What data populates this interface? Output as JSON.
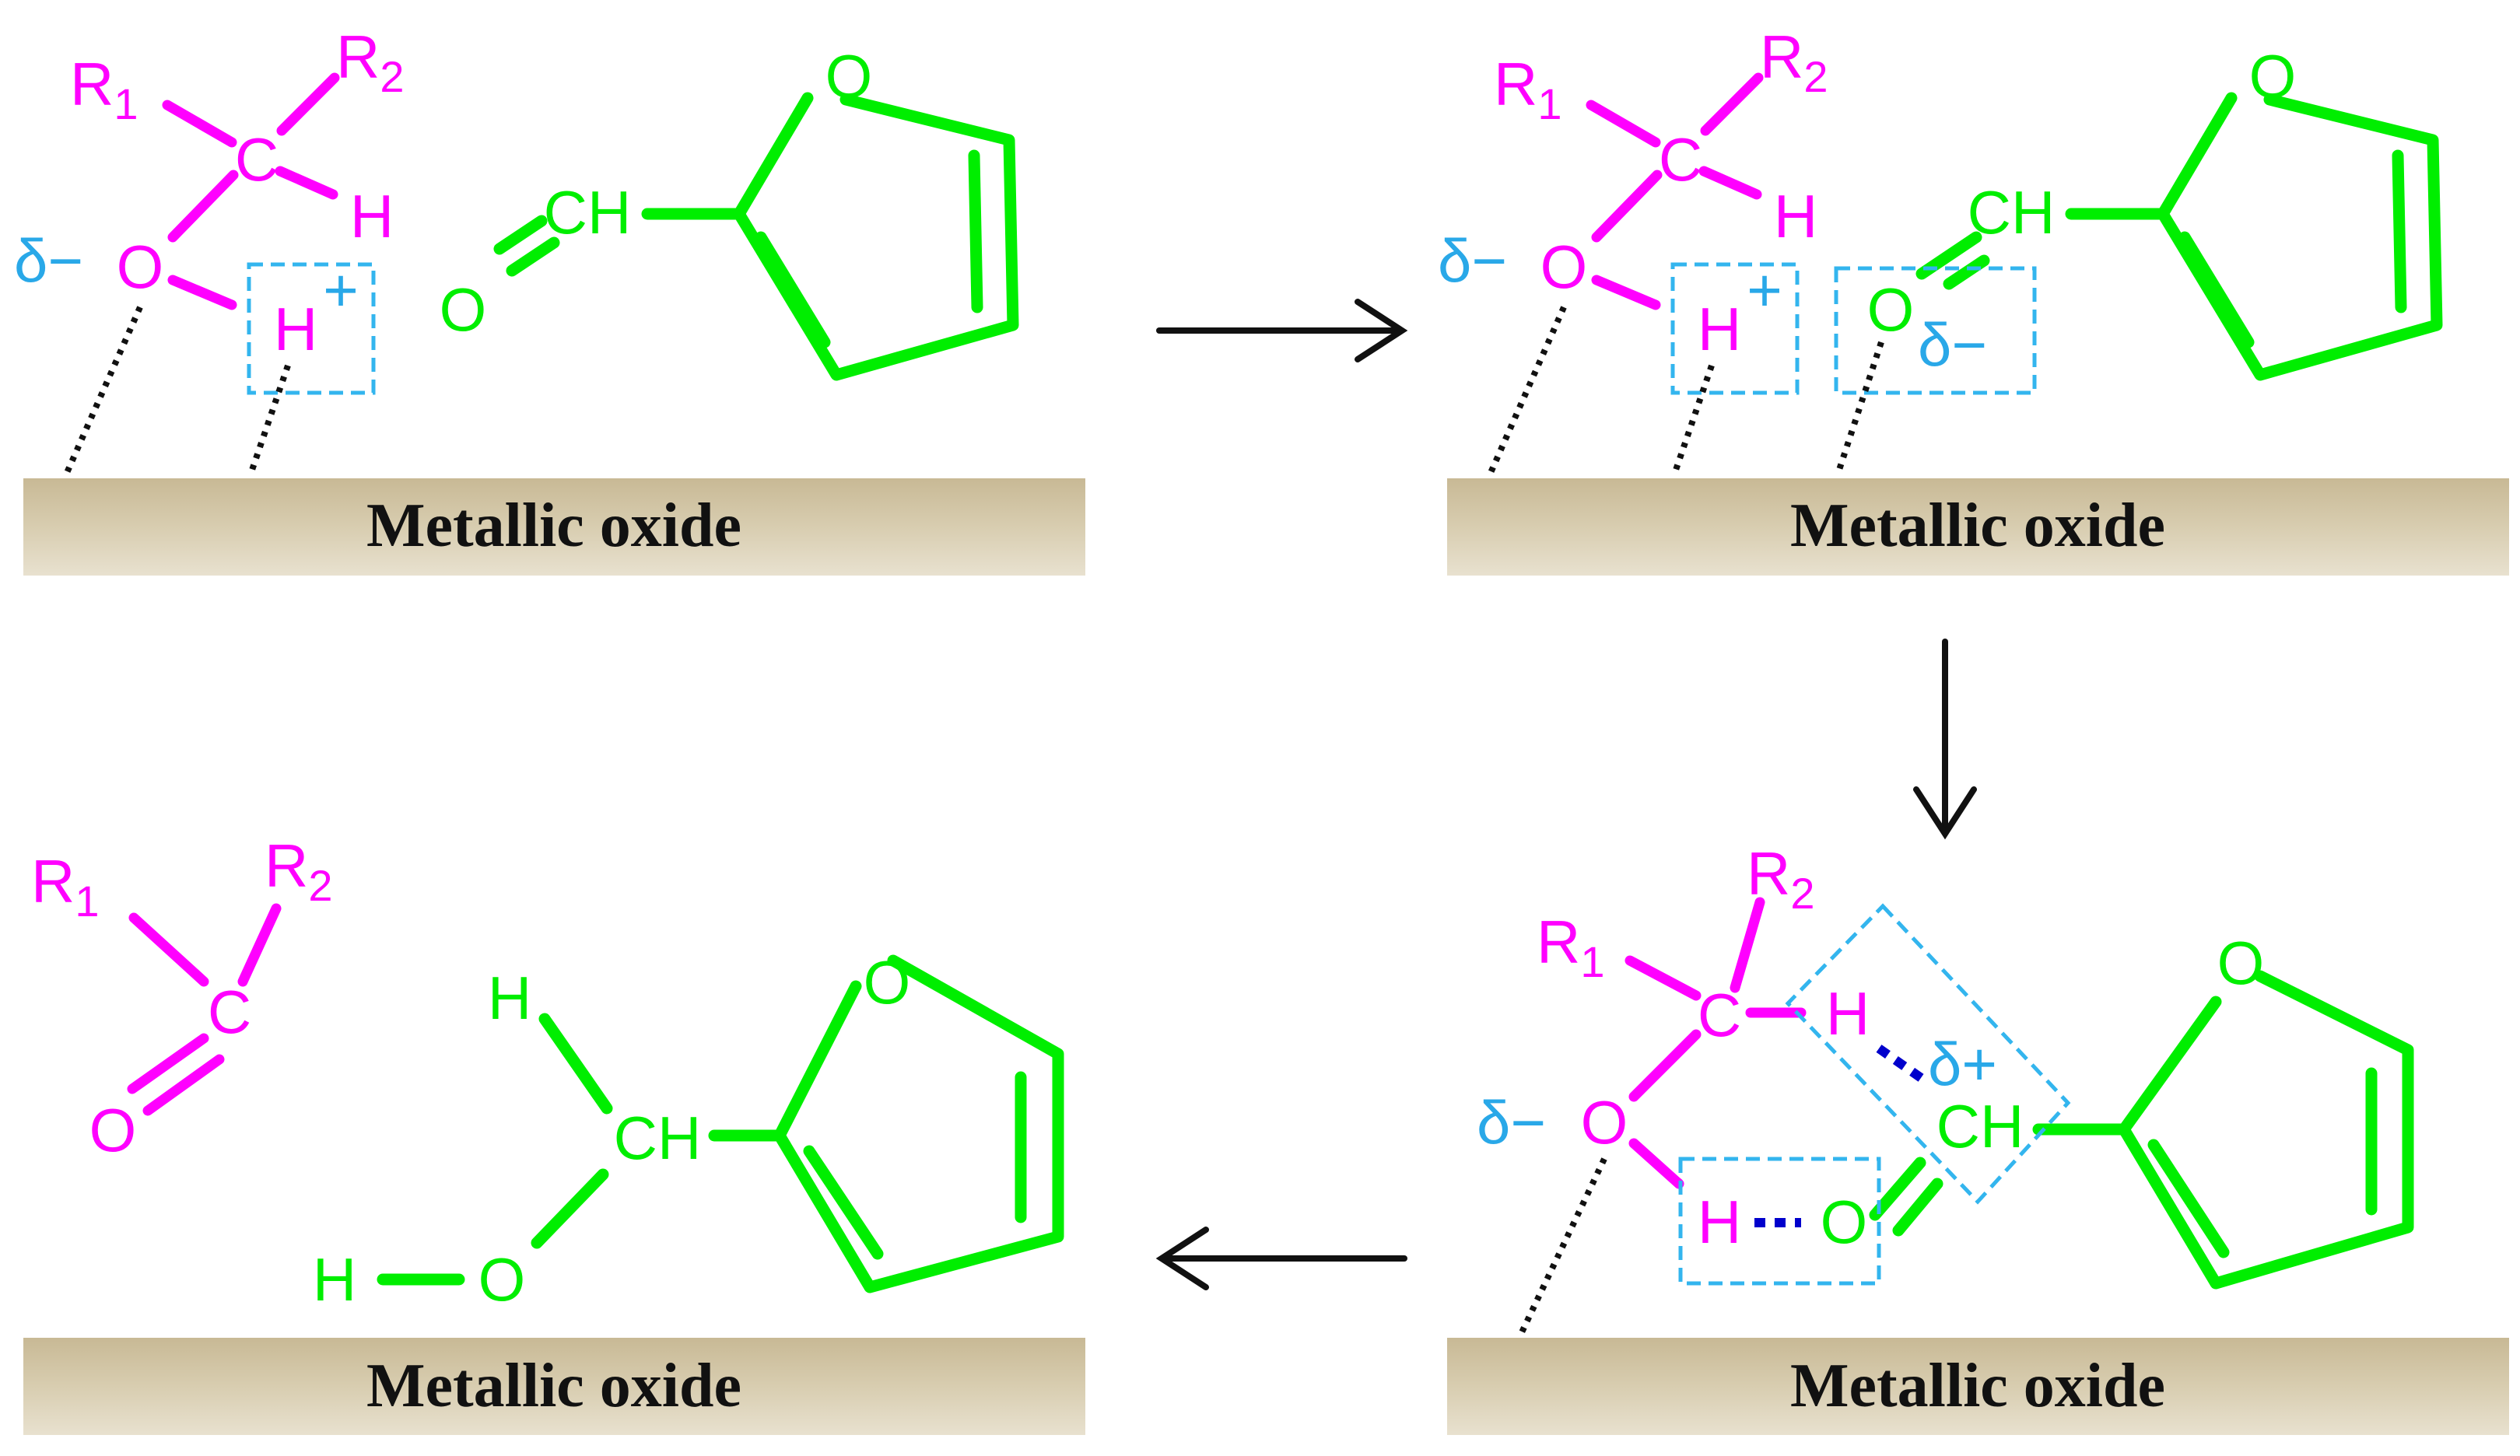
{
  "colors": {
    "alcohol": "#ff00ff",
    "furfural": "#00ee00",
    "charge": "#29a8e8",
    "hbond": "#0000cc",
    "surface": "#d2c6a6",
    "arrow": "#111111"
  },
  "surface_label": "Metallic oxide",
  "atoms": {
    "R": "R",
    "sub1": "1",
    "sub2": "2",
    "C": "C",
    "H": "H",
    "O": "O",
    "CH": "CH",
    "plus": "+"
  },
  "charges": {
    "delta_minus": "δ−",
    "delta_plus": "δ+"
  },
  "panels": [
    {
      "id": "step-1",
      "position": "top-left"
    },
    {
      "id": "step-2",
      "position": "top-right"
    },
    {
      "id": "step-3",
      "position": "bottom-right"
    },
    {
      "id": "step-4",
      "position": "bottom-left"
    }
  ]
}
